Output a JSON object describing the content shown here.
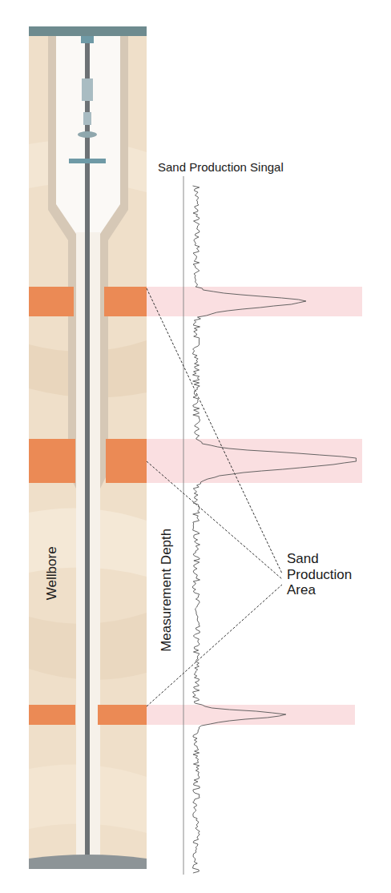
{
  "diagram": {
    "labels": [
      "Sand Production Singal",
      "Wellbore",
      "Measurement Depth",
      "Sand Production Area"
    ]
  }
}
